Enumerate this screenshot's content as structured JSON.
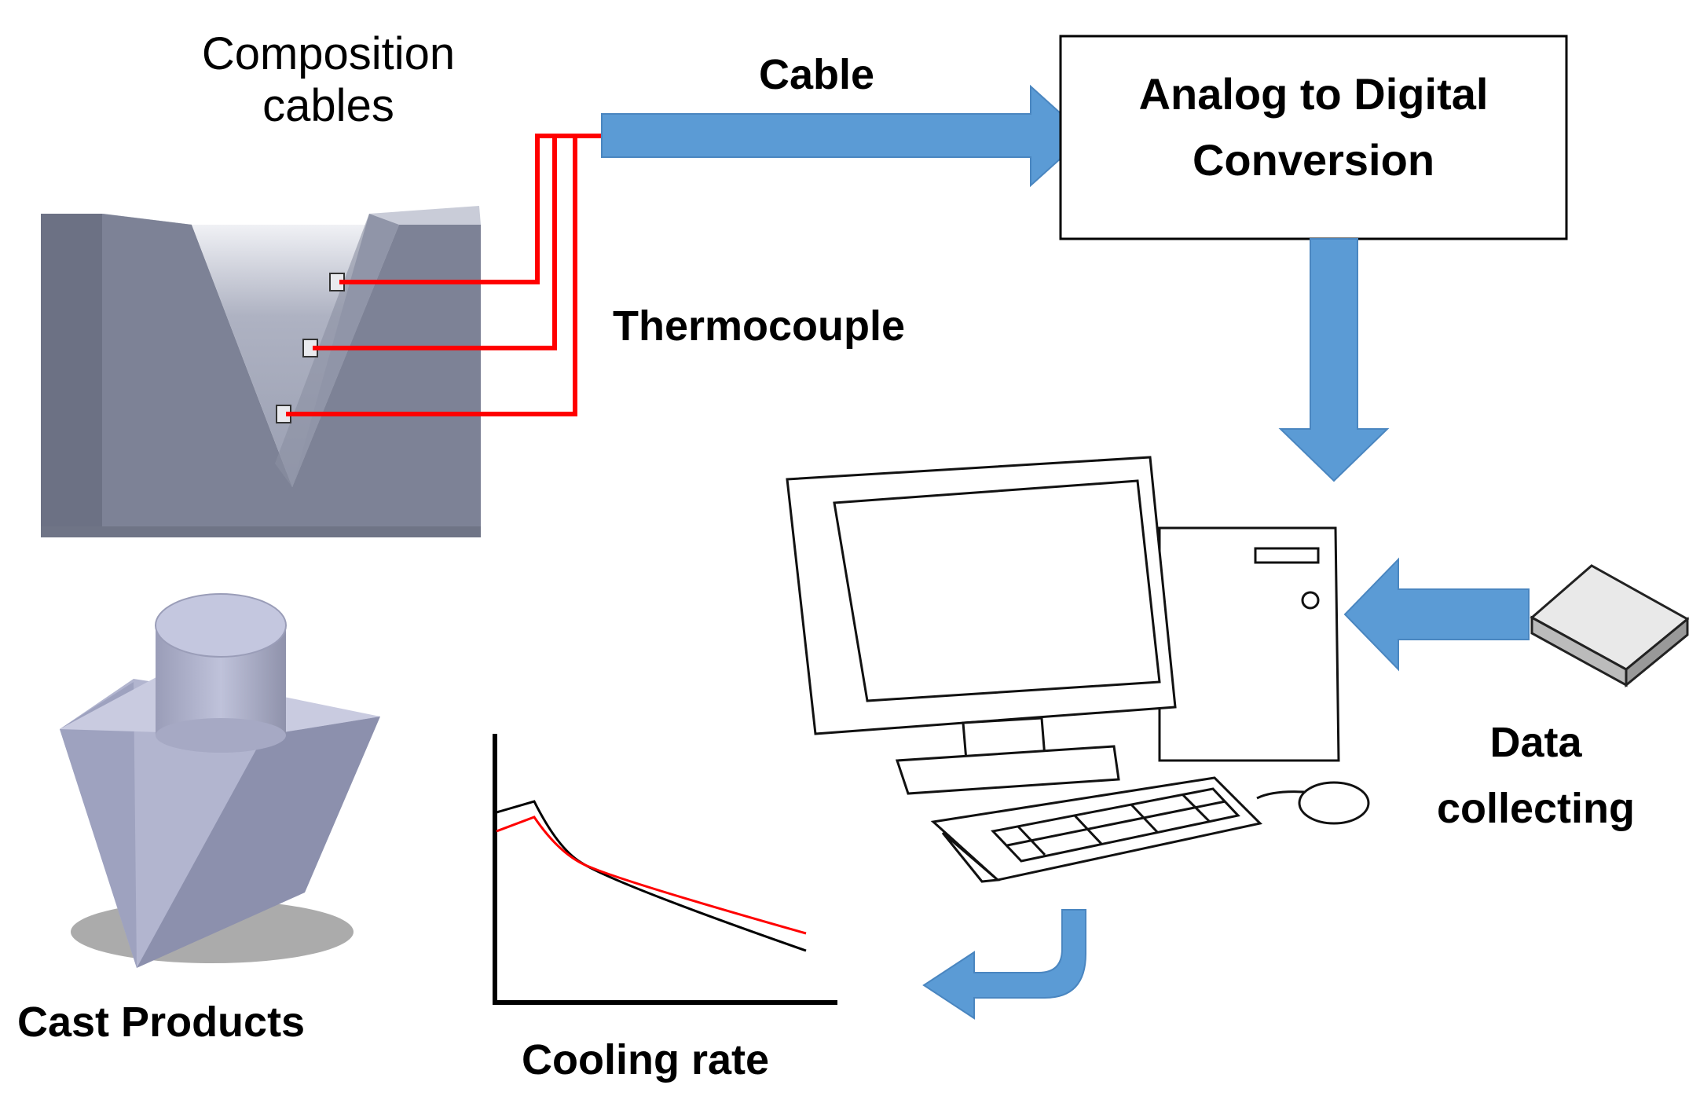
{
  "labels": {
    "composition_cables": "Composition\ncables",
    "cable": "Cable",
    "adc": "Analog to Digital\nConversion",
    "thermocouple": "Thermocouple",
    "data_collecting": "Data\ncollecting",
    "cast_products": "Cast Products",
    "cooling_rate": "Cooling rate"
  },
  "colors": {
    "arrow": "#5b9bd5",
    "arrow_edge": "#4a86c0",
    "wire": "#ff0000",
    "mold_front": "#7a7f91",
    "mold_inner": "#a7abbc",
    "part": "#a9acc6",
    "curve_black": "#000000",
    "curve_red": "#ff0000"
  },
  "icons": [
    "v-mold",
    "cast-part",
    "computer-monitor",
    "pc-tower",
    "keyboard",
    "mouse",
    "data-storage-device",
    "cooling-curve-plot"
  ]
}
